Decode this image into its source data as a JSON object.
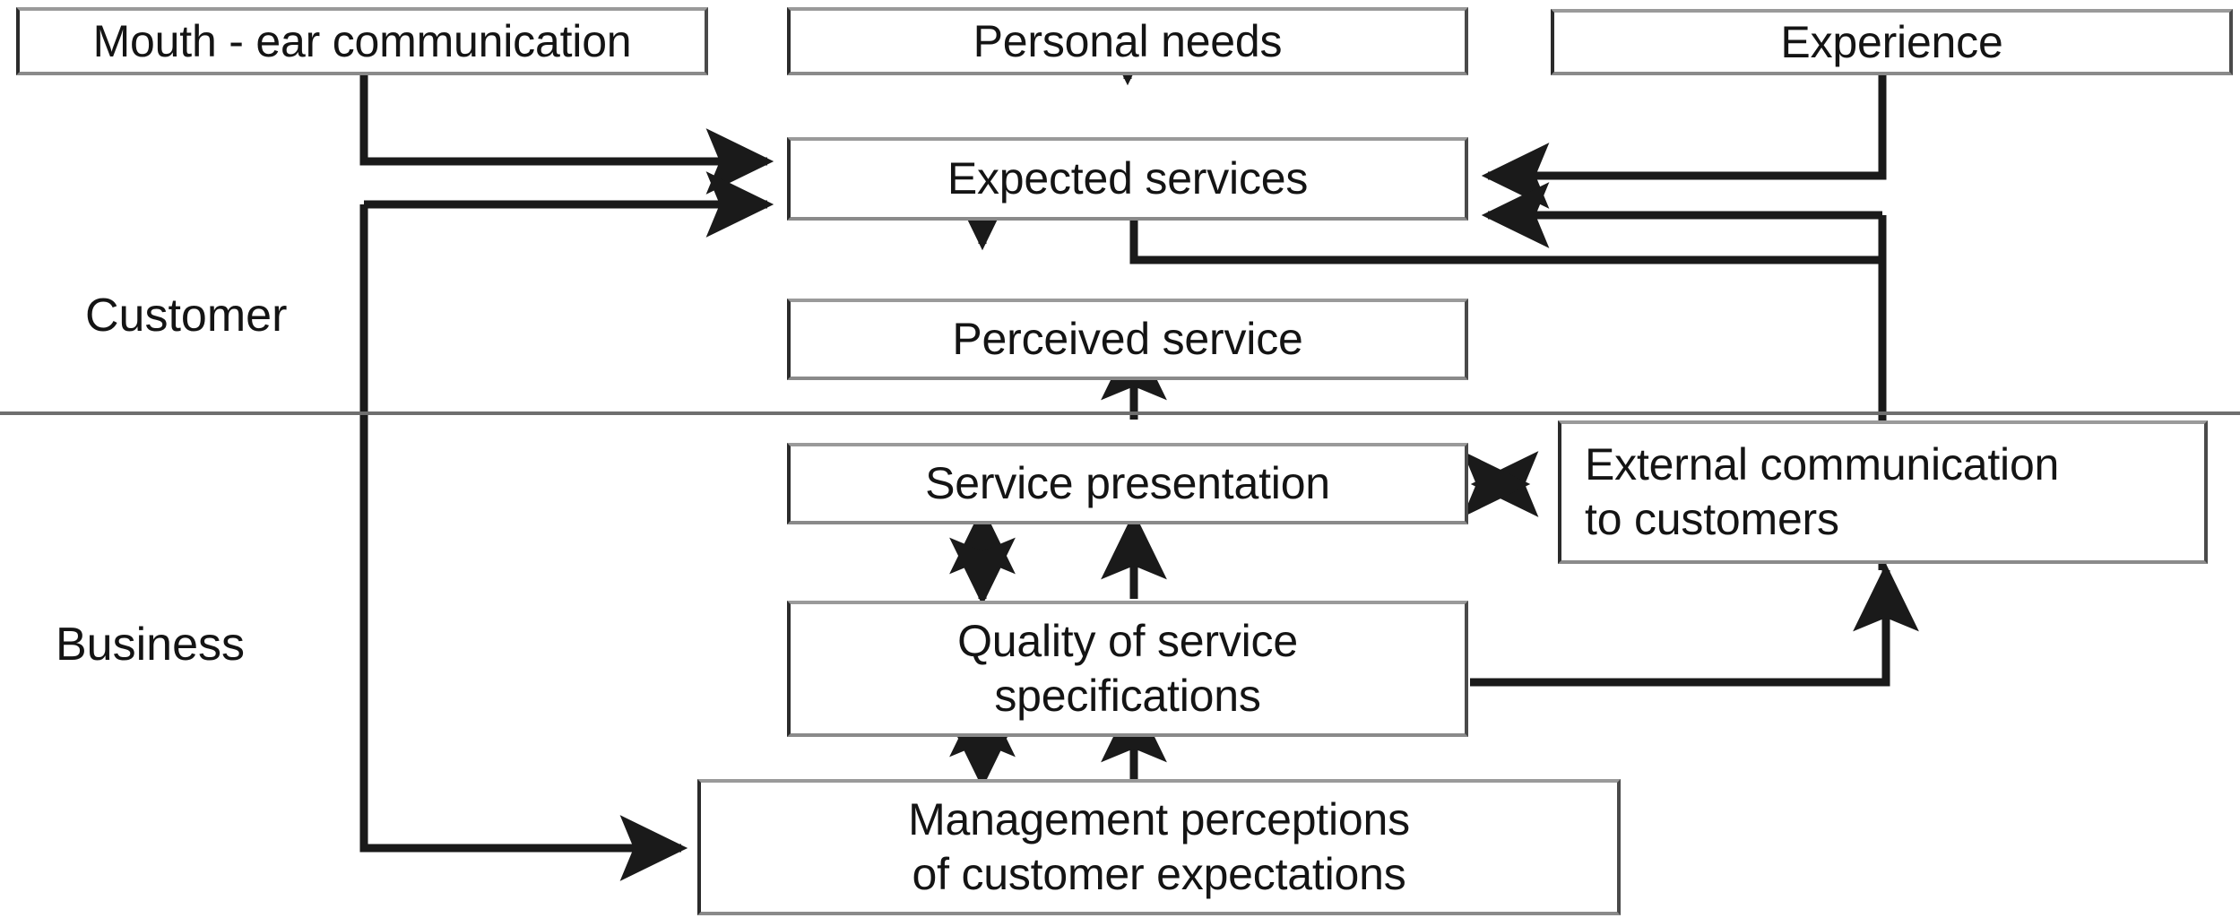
{
  "diagram": {
    "title": "Service quality gap model",
    "colors": {
      "box_border": "#2b2b2b",
      "edge": "#1a1a1a",
      "divider": "#6f6f6f",
      "background": "#ffffff",
      "text": "#141414"
    },
    "section_labels": [
      {
        "id": "customer",
        "text": "Customer"
      },
      {
        "id": "business",
        "text": "Business"
      }
    ],
    "divider": {
      "label": "customer-business-divider"
    },
    "nodes": [
      {
        "id": "mouth-ear-communication",
        "text": "Mouth - ear communication"
      },
      {
        "id": "personal-needs",
        "text": "Personal needs"
      },
      {
        "id": "experience",
        "text": "Experience"
      },
      {
        "id": "expected-services",
        "text": "Expected services"
      },
      {
        "id": "perceived-service",
        "text": "Perceived service"
      },
      {
        "id": "service-presentation",
        "text": "Service presentation"
      },
      {
        "id": "external-communication-to-customers",
        "text": "External communication\nto customers"
      },
      {
        "id": "quality-of-service-specifications",
        "text": "Quality of service\nspecifications"
      },
      {
        "id": "management-perceptions",
        "text": "Management perceptions\nof customer expectations"
      }
    ],
    "edges": [
      {
        "id": "mouth-ear-to-expected",
        "from": "mouth-ear-communication",
        "to": "expected-services",
        "arrow": "single"
      },
      {
        "id": "perceived-loopback-to-expected",
        "from": "perceived-service",
        "to": "expected-services",
        "arrow": "single"
      },
      {
        "id": "personal-needs-to-expected",
        "from": "personal-needs",
        "to": "expected-services",
        "arrow": "single"
      },
      {
        "id": "experience-to-expected",
        "from": "experience",
        "to": "expected-services",
        "arrow": "single"
      },
      {
        "id": "expected-perceived-gap",
        "from": "expected-services",
        "to": "perceived-service",
        "arrow": "double"
      },
      {
        "id": "external-comm-to-perceived",
        "from": "external-communication-to-customers",
        "to": "perceived-service",
        "arrow": "single"
      },
      {
        "id": "presentation-to-perceived",
        "from": "service-presentation",
        "to": "perceived-service",
        "arrow": "single"
      },
      {
        "id": "presentation-external-comm",
        "from": "service-presentation",
        "to": "external-communication-to-customers",
        "arrow": "double"
      },
      {
        "id": "quality-presentation-gap",
        "from": "quality-of-service-specifications",
        "to": "service-presentation",
        "arrow": "double"
      },
      {
        "id": "quality-to-presentation",
        "from": "quality-of-service-specifications",
        "to": "service-presentation",
        "arrow": "single"
      },
      {
        "id": "quality-to-external-comm",
        "from": "quality-of-service-specifications",
        "to": "external-communication-to-customers",
        "arrow": "single"
      },
      {
        "id": "management-quality-gap",
        "from": "management-perceptions",
        "to": "quality-of-service-specifications",
        "arrow": "double"
      },
      {
        "id": "management-to-quality",
        "from": "management-perceptions",
        "to": "quality-of-service-specifications",
        "arrow": "single"
      },
      {
        "id": "expected-to-management",
        "from": "expected-services",
        "to": "management-perceptions",
        "arrow": "single"
      }
    ]
  }
}
